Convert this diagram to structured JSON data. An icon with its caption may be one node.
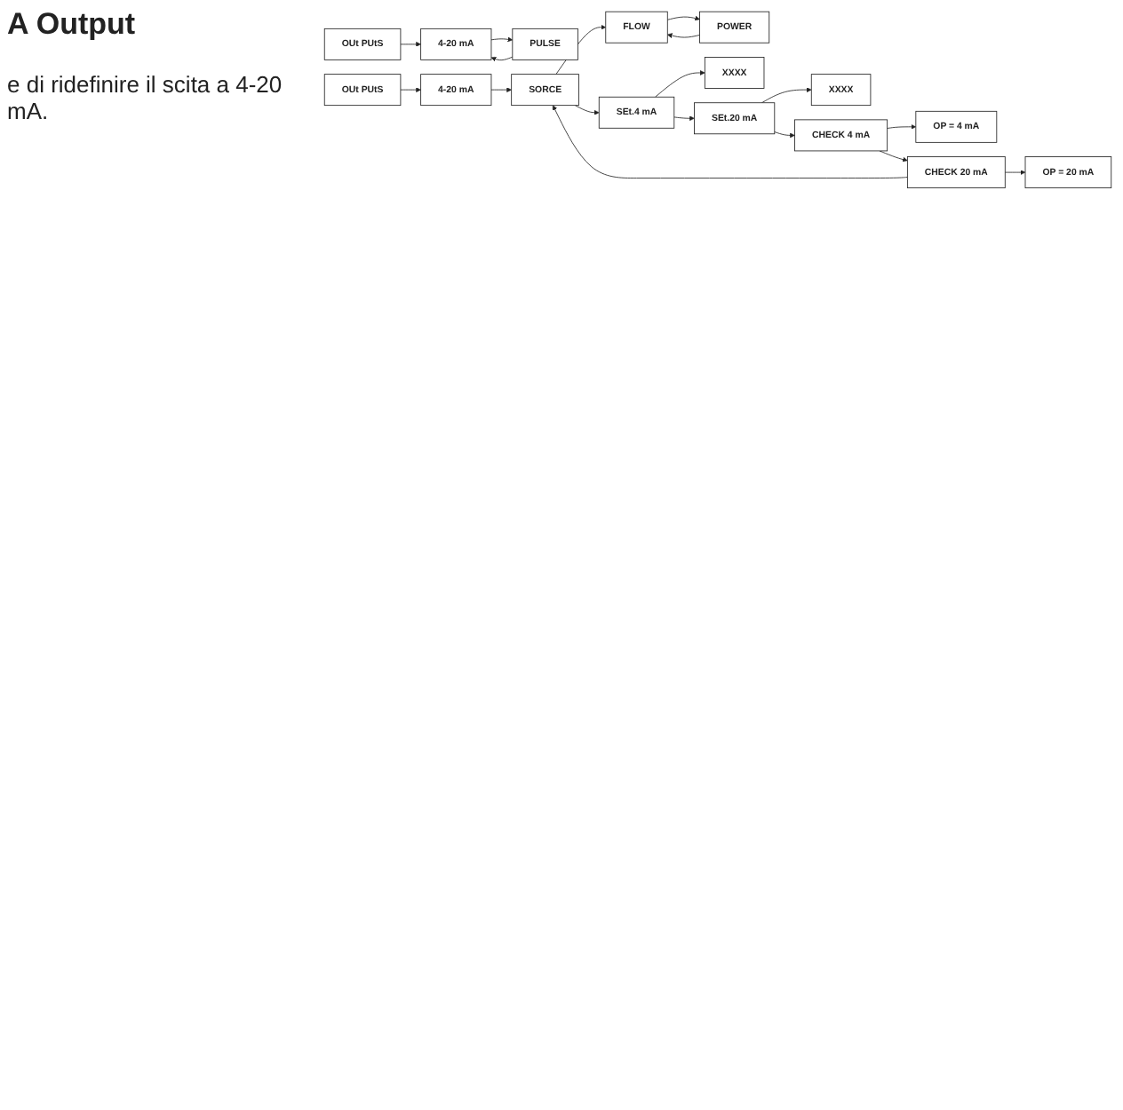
{
  "diagram": {
    "title": "A Output",
    "nodes": [
      {
        "text": [
          "OUt PUtS"
        ]
      },
      {
        "text": [
          "4-20 mA"
        ]
      },
      {
        "text": [
          "PULSE"
        ]
      },
      {
        "text": [
          "OUt PUtS"
        ]
      },
      {
        "text": [
          "4-20 mA"
        ]
      },
      {
        "text": [
          "SORCE"
        ]
      },
      {
        "text": [
          "FLOW"
        ]
      },
      {
        "text": [
          "POWER"
        ]
      },
      {
        "text": [
          "SEt.4 mA"
        ]
      },
      {
        "text": [
          "XXXX"
        ]
      },
      {
        "text": [
          "SEt.20 mA"
        ]
      },
      {
        "text": [
          "XXXX"
        ]
      },
      {
        "text": [
          "CHECK 4 mA"
        ]
      },
      {
        "text": [
          "OP = 4 mA"
        ]
      },
      {
        "text": [
          "CHECK 20 mA"
        ]
      },
      {
        "text": [
          "OP = 20 mA"
        ]
      }
    ],
    "edges": [
      {
        "from": 0,
        "to": 1,
        "arrow": "to"
      },
      {
        "from": 1,
        "to": 2,
        "arrow": "to"
      },
      {
        "from": 2,
        "to": 1,
        "arrow": "to"
      },
      {
        "from": 3,
        "to": 4,
        "arrow": "to"
      },
      {
        "from": 4,
        "to": 5,
        "arrow": "to"
      },
      {
        "from": 5,
        "to": 6,
        "arrow": "to"
      },
      {
        "from": 6,
        "to": 7,
        "arrow": "to"
      },
      {
        "from": 7,
        "to": 6,
        "arrow": "to"
      },
      {
        "from": 5,
        "to": 8,
        "arrow": "to"
      },
      {
        "from": 8,
        "to": 9,
        "arrow": "to"
      },
      {
        "from": 8,
        "to": 10,
        "arrow": "to"
      },
      {
        "from": 10,
        "to": 11,
        "arrow": "to"
      },
      {
        "from": 10,
        "to": 12,
        "arrow": "to"
      },
      {
        "from": 12,
        "to": 13,
        "arrow": "to"
      },
      {
        "from": 12,
        "to": 14,
        "arrow": "to"
      },
      {
        "from": 14,
        "to": 15,
        "arrow": "to"
      },
      {
        "from": 14,
        "to": 5,
        "arrow": "to"
      }
    ],
    "labels": [
      "e di ridefinire il scita a 4-20 mA."
    ]
  }
}
